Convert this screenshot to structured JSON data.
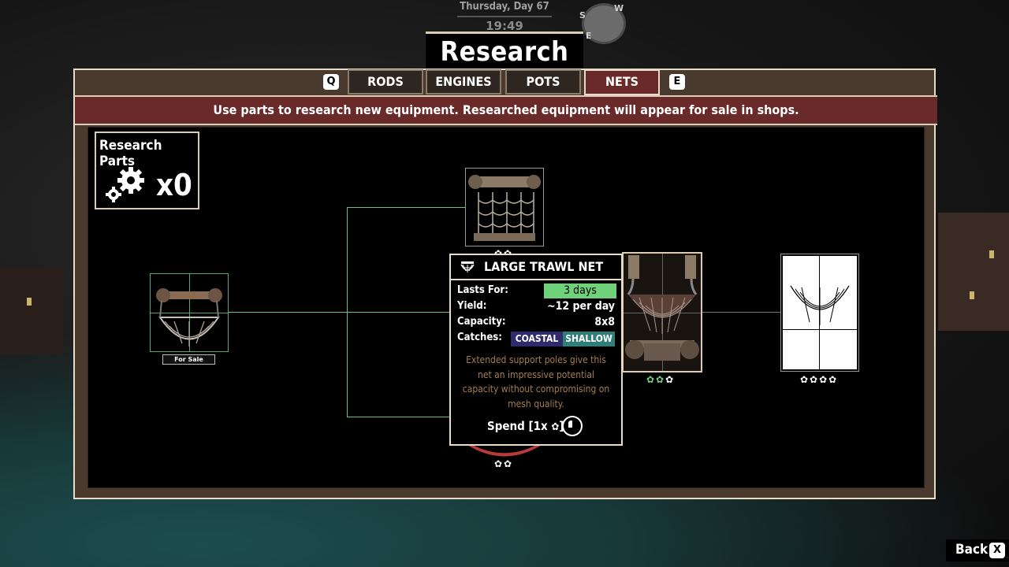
{
  "hud": {
    "day": "Thursday, Day 67",
    "time": "19:49",
    "compass": {
      "s": "S",
      "w": "W",
      "e": "E"
    }
  },
  "screen": {
    "title": "Research"
  },
  "tabs": {
    "prev_key": "Q",
    "next_key": "E",
    "items": [
      {
        "label": "RODS",
        "active": false
      },
      {
        "label": "ENGINES",
        "active": false
      },
      {
        "label": "POTS",
        "active": false
      },
      {
        "label": "NETS",
        "active": true
      }
    ]
  },
  "banner": {
    "text": "Use parts to research new equipment. Researched equipment will appear for sale in shops."
  },
  "research_parts": {
    "title": "Research Parts",
    "count": "x0",
    "icon": "gears-icon"
  },
  "tree": {
    "nodes": [
      {
        "id": "starter-net",
        "status": "For Sale",
        "icon": "net-icon"
      },
      {
        "id": "upper-net",
        "cost_gears": 2,
        "icon": "net-icon"
      },
      {
        "id": "lower-net",
        "cost_gears": 2,
        "icon": "net-icon"
      },
      {
        "id": "large-trawl-net",
        "cost_gears": 3,
        "icon": "net-icon"
      },
      {
        "id": "locked-net",
        "cost_gears": 4,
        "icon": "net-silhouette-icon"
      }
    ]
  },
  "tooltip": {
    "title": "LARGE TRAWL NET",
    "icon": "net-icon",
    "lasts_for_label": "Lasts For:",
    "lasts_for_value": "3 days",
    "yield_label": "Yield:",
    "yield_value": "~12 per day",
    "capacity_label": "Capacity:",
    "capacity_value": "8x8",
    "catches_label": "Catches:",
    "catches": [
      "COASTAL",
      "SHALLOW"
    ],
    "description": "Extended support poles give this net an impressive potential capacity without compromising on mesh quality.",
    "spend_label": "Spend [1x",
    "spend_close": "]",
    "colors": {
      "coastal": "#2f2a6b",
      "shallow": "#2f7f78",
      "lasts": "#6fd17a",
      "desc": "#a57c4e"
    }
  },
  "footer": {
    "back_label": "Back",
    "back_key": "X"
  }
}
